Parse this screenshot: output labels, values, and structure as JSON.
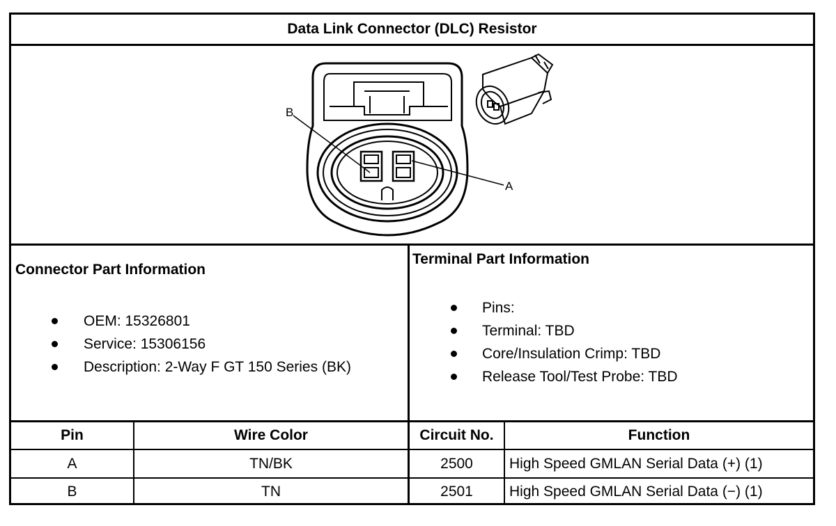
{
  "title": "Data Link Connector (DLC) Resistor",
  "diagram": {
    "callout_b": "B",
    "callout_a": "A",
    "image_icon": "connector-face-drawing"
  },
  "connector_info": {
    "heading": "Connector Part Information",
    "items": [
      "OEM: 15326801",
      "Service: 15306156",
      "Description: 2-Way F GT 150 Series (BK)"
    ]
  },
  "terminal_info": {
    "heading": "Terminal Part Information",
    "items": [
      "Pins:",
      "Terminal: TBD",
      "Core/Insulation Crimp: TBD",
      "Release Tool/Test Probe: TBD"
    ]
  },
  "table": {
    "headers": [
      "Pin",
      "Wire Color",
      "Circuit No.",
      "Function"
    ],
    "rows": [
      [
        "A",
        "TN/BK",
        "2500",
        "High Speed GMLAN Serial Data (+) (1)"
      ],
      [
        "B",
        "TN",
        "2501",
        "High Speed GMLAN Serial Data (−) (1)"
      ]
    ]
  }
}
